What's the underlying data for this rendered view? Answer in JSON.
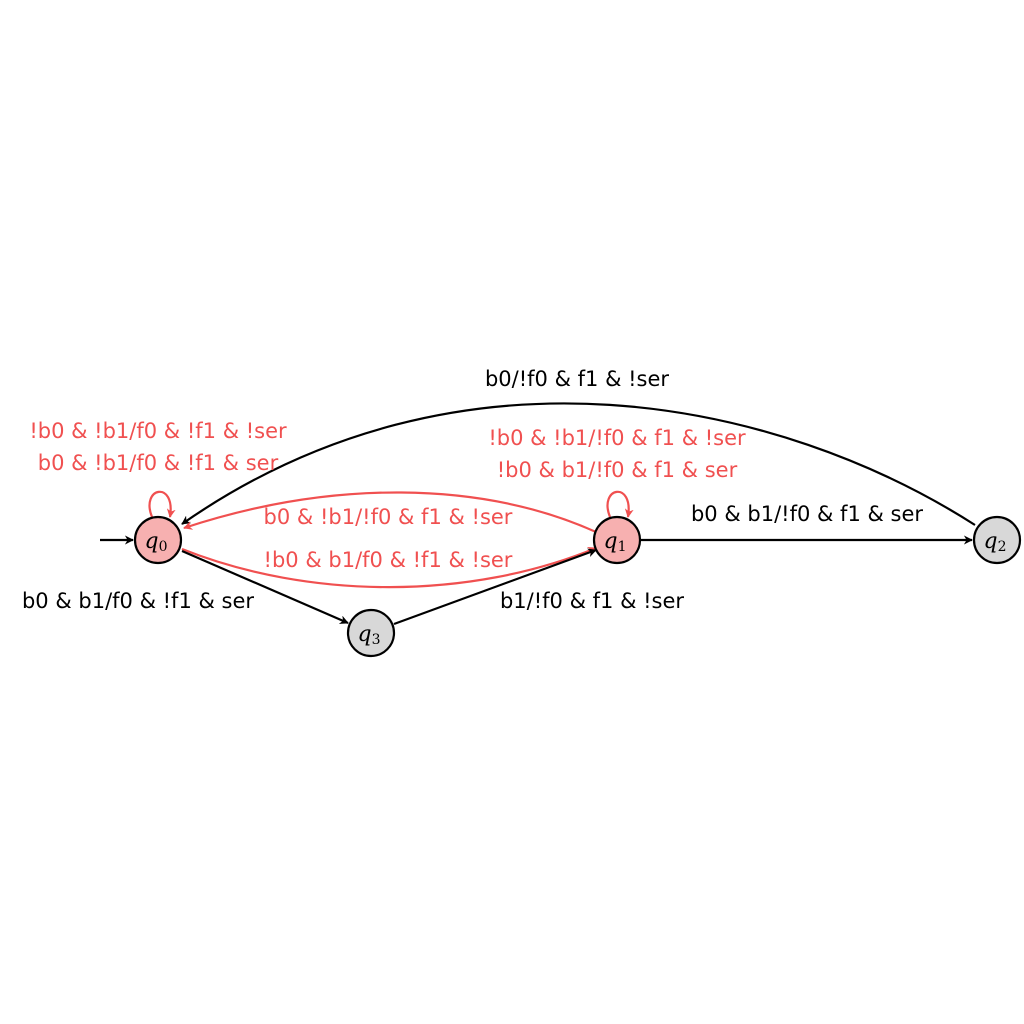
{
  "colors": {
    "accent": "#f05050",
    "accent_fill": "#f7b0b0",
    "neutral_fill": "#d8d8d8",
    "stroke": "#000000",
    "text": "#000000"
  },
  "states": {
    "q0": {
      "letter": "q",
      "sub": "0"
    },
    "q1": {
      "letter": "q",
      "sub": "1"
    },
    "q2": {
      "letter": "q",
      "sub": "2"
    },
    "q3": {
      "letter": "q",
      "sub": "3"
    }
  },
  "transitions": {
    "q2_to_q0": "b0/!f0 & f1 & !ser",
    "q0_loop_line1": "!b0 & !b1/f0 & !f1 & !ser",
    "q0_loop_line2": "b0 & !b1/f0 & !f1 & ser",
    "q1_loop_line1": "!b0 & !b1/!f0 & f1 & !ser",
    "q1_loop_line2": "!b0 & b1/!f0 & f1 & ser",
    "q1_to_q0": "b0 & !b1/!f0 & f1 & !ser",
    "q0_to_q1": "!b0 & b1/f0 & !f1 & !ser",
    "q1_to_q2": "b0 & b1/!f0 & f1 & ser",
    "q0_to_q3": "b0 & b1/f0 & !f1 & ser",
    "q3_to_q1": "b1/!f0 & f1 & !ser"
  }
}
